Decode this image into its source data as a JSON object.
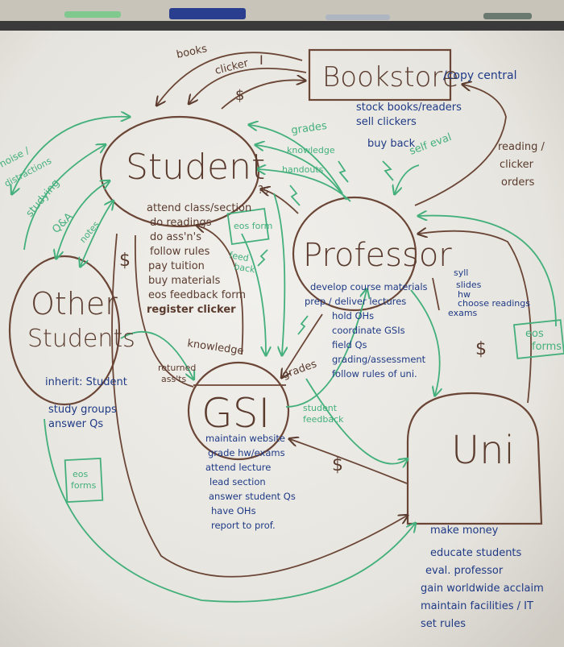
{
  "entities": {
    "student": {
      "title": "Student",
      "duties": [
        "attend class/section",
        "do readings",
        "do ass'n's",
        "follow rules",
        "pay tuition",
        "buy materials",
        "eos feedback form",
        "register clicker"
      ]
    },
    "bookstore": {
      "title": "Bookstore",
      "subtitle": "/copy central",
      "duties": [
        "stock books/readers",
        "sell clickers",
        "buy back"
      ]
    },
    "professor": {
      "title": "Professor",
      "duties": [
        "develop course materials",
        "prep / deliver lectures",
        "hold OHs",
        "coordinate GSIs",
        "field Qs",
        "grading/assessment",
        "follow rules of uni."
      ],
      "materials": [
        "syll",
        "slides",
        "hw",
        "choose readings",
        "exams"
      ]
    },
    "other_students": {
      "title_line1": "Other",
      "title_line2": "Students",
      "inherit": "inherit: Student",
      "duties": [
        "study groups",
        "answer Qs"
      ]
    },
    "gsi": {
      "title": "GSI",
      "duties": [
        "maintain website",
        "grade hw/exams",
        "attend lecture",
        "lead section",
        "answer student Qs",
        "have OHs",
        "report to prof."
      ]
    },
    "uni": {
      "title": "Uni",
      "duties": [
        "make money",
        "educate students",
        "eval. professor",
        "gain worldwide acclaim",
        "maintain facilities / IT",
        "set rules"
      ]
    }
  },
  "arrow_labels": {
    "books": "books",
    "clicker": "clicker",
    "roman_one": "I",
    "dollar": "$",
    "grades": "grades",
    "knowledge": "knowledge",
    "handouts": "handouts",
    "self_eval": "self eval",
    "reading_clicker_orders": "reading / clicker orders",
    "qs": "?s",
    "eos_form": "eos form",
    "feedback": "feed back",
    "noise_distractions": "noise / distractions",
    "studying": "studying",
    "q_and_a": "Q&A",
    "notes": "notes",
    "returned_assts": "returned ass'ts",
    "student_feedback": "student feedback",
    "eos_forms_right": "eos forms",
    "eos_forms_left": "eos forms"
  }
}
